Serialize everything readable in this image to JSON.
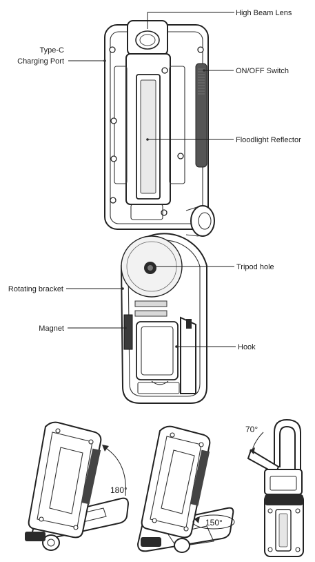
{
  "labels": {
    "high_beam_lens": "High Beam Lens",
    "type_c_line1": "Type-C",
    "type_c_line2": "Charging  Port",
    "on_off_switch": "ON/OFF Switch",
    "floodlight_reflector": "Floodlight Reflector",
    "tripod_hole": "Tripod hole",
    "rotating_bracket": "Rotating bracket",
    "magnet": "Magnet",
    "hook": "Hook"
  },
  "angles": {
    "a180": "180°",
    "a150": "150°",
    "a70": "70°"
  }
}
